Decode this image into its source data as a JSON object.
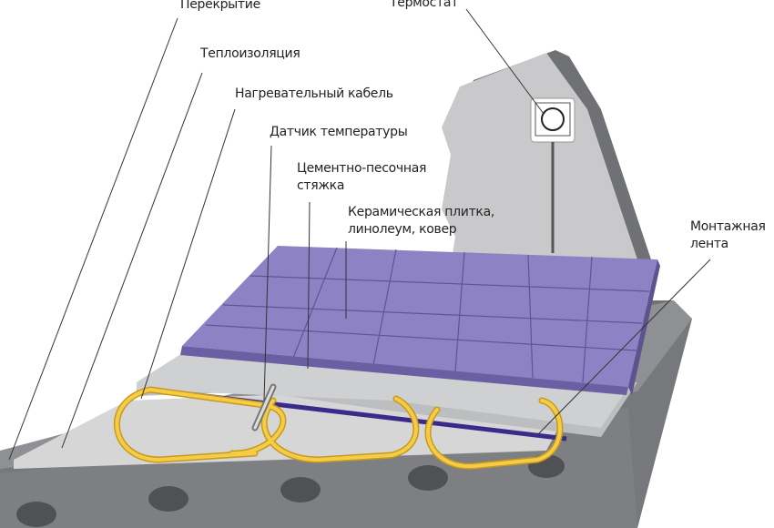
{
  "labels": {
    "slab": "Перекрытие",
    "thermostat": "Термостат",
    "insulation": "Теплоизоляция",
    "heating_cable": "Нагревательный кабель",
    "temp_sensor": "Датчик температуры",
    "screed_line1": "Цементно-песочная",
    "screed_line2": "стяжка",
    "finish_line1": "Керамическая плитка,",
    "finish_line2": "линолеум, ковер",
    "tape_line1": "Монтажная",
    "tape_line2": "лента"
  },
  "colors": {
    "tile": "#8d82c4",
    "cable": "#f2c23a",
    "tape": "#3a2a8a",
    "concrete": "#8e9093",
    "wall": "#c9c9cb"
  }
}
